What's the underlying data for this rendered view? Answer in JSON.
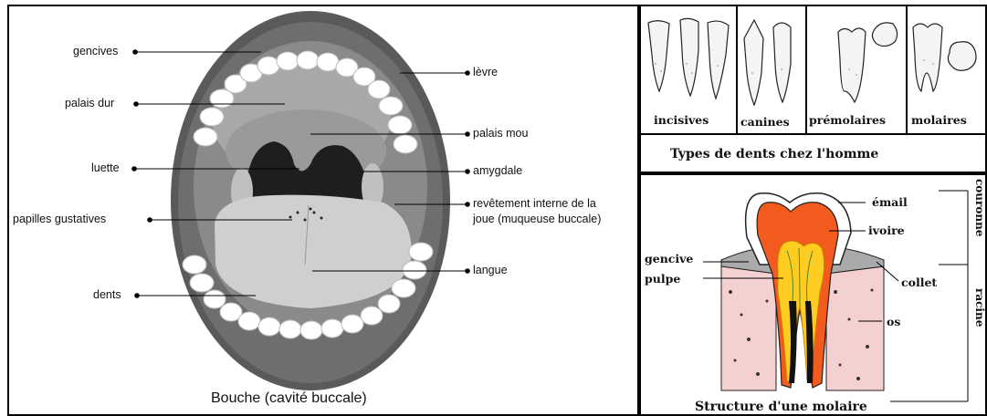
{
  "mouth": {
    "caption": "Bouche (cavité buccale)",
    "labels": {
      "gencives": "gencives",
      "levre": "lèvre",
      "palais_dur": "palais dur",
      "palais_mou": "palais mou",
      "luette": "luette",
      "amygdale": "amygdale",
      "revetement_1": "revêtement interne de la",
      "revetement_2": "joue (muqueuse buccale)",
      "papilles": "papilles gustatives",
      "langue": "langue",
      "dents": "dents"
    }
  },
  "teeth_types": {
    "caption": "Types de dents chez l'homme",
    "items": [
      "incisives",
      "canines",
      "prémolaires",
      "molaires"
    ]
  },
  "molar": {
    "caption": "Structure d'une molaire",
    "labels": {
      "email": "émail",
      "ivoire": "ivoire",
      "gencive": "gencive",
      "collet": "collet",
      "pulpe": "pulpe",
      "os": "os",
      "couronne": "couronne",
      "racine": "racine"
    }
  },
  "colors": {
    "mouth_dark": "#4d4d4d",
    "mouth_mid": "#8c8c8c",
    "tongue": "#c8c8c8",
    "enamel": "#ffffff",
    "ivory": "#f25a1e",
    "pulp": "#ffcc22",
    "bone": "#f5d0d0"
  }
}
